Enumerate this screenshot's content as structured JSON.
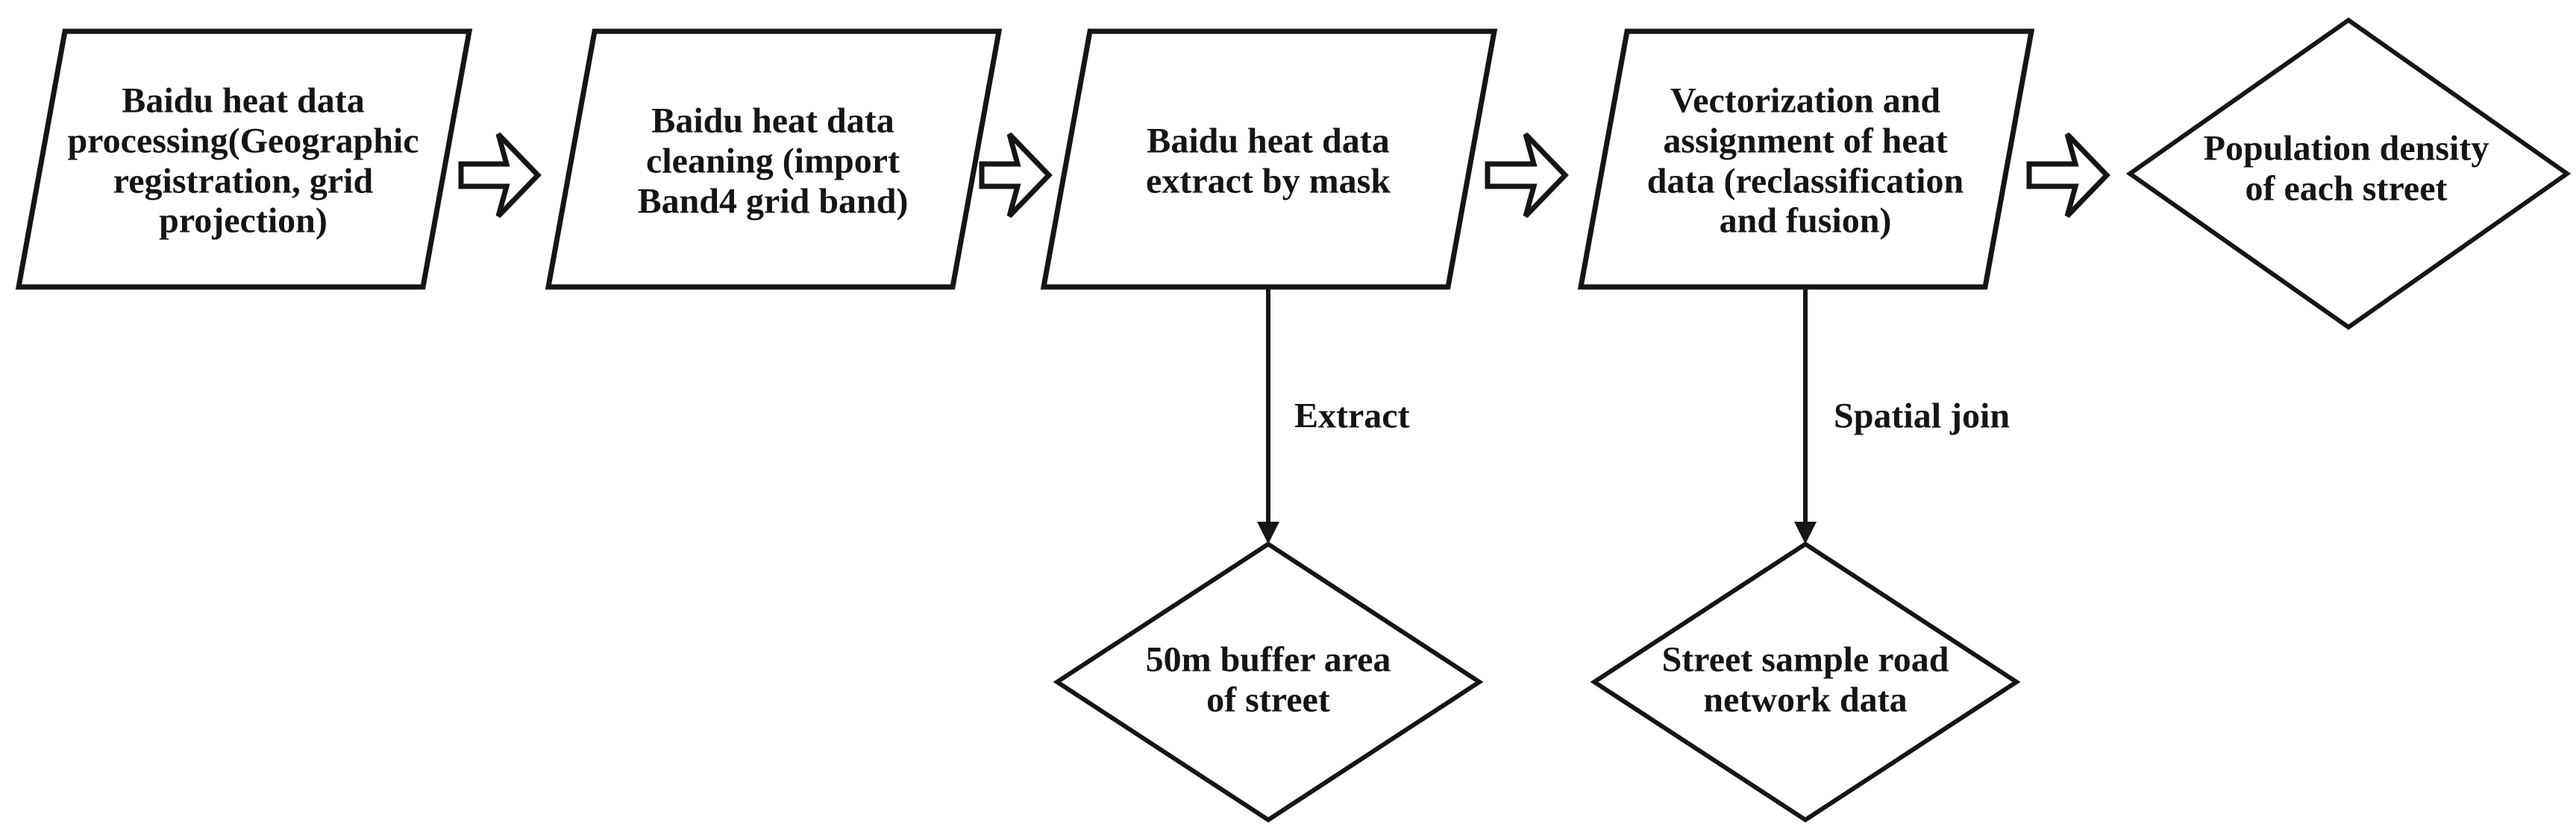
{
  "diagram": {
    "colors": {
      "stroke": "#151515",
      "fill": "#ffffff",
      "text": "#151515"
    },
    "process_boxes": [
      {
        "lines": [
          "Baidu heat data",
          "processing(Geographic",
          "registration, grid",
          "projection)"
        ]
      },
      {
        "lines": [
          "Baidu heat data",
          "cleaning (import",
          "Band4 grid band)"
        ]
      },
      {
        "lines": [
          "Baidu heat data",
          "extract by mask"
        ]
      },
      {
        "lines": [
          "Vectorization and",
          "assignment of heat",
          "data (reclassification",
          "and fusion)"
        ]
      }
    ],
    "result_diamond": {
      "lines": [
        "Population density",
        "of each street"
      ]
    },
    "input_diamonds": [
      {
        "lines": [
          "50m buffer area",
          "of street"
        ]
      },
      {
        "lines": [
          "Street sample road",
          "network data"
        ]
      }
    ],
    "edge_labels": [
      {
        "label": "Extract"
      },
      {
        "label": "Spatial join"
      }
    ]
  }
}
